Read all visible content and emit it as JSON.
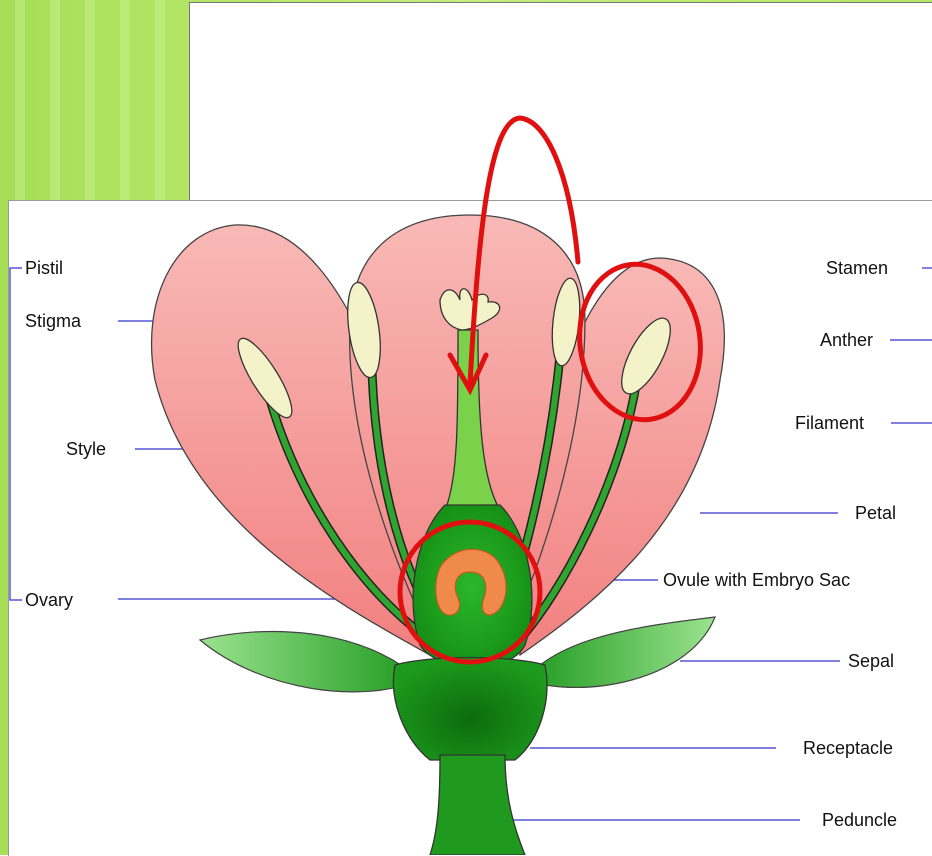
{
  "labels": {
    "pistil": "Pistil",
    "stigma": "Stigma",
    "style": "Style",
    "ovary": "Ovary",
    "stamen": "Stamen",
    "anther": "Anther",
    "filament": "Filament",
    "petal": "Petal",
    "ovule": "Ovule with Embryo Sac",
    "sepal": "Sepal",
    "receptacle": "Receptacle",
    "peduncle": "Peduncle"
  },
  "colors": {
    "background_green": "#b5e86a",
    "petal_pink": "#f6a3a3",
    "stem_green": "#1f9a1f",
    "anther_cream": "#f4f2c8",
    "ovule_orange": "#f08a4b",
    "leader_line": "#3333cc",
    "annotation_red": "#e01010"
  },
  "icons": {
    "pollination_arrow": "curved-arrow-icon",
    "highlight_circles": "circle-outline-icon"
  }
}
